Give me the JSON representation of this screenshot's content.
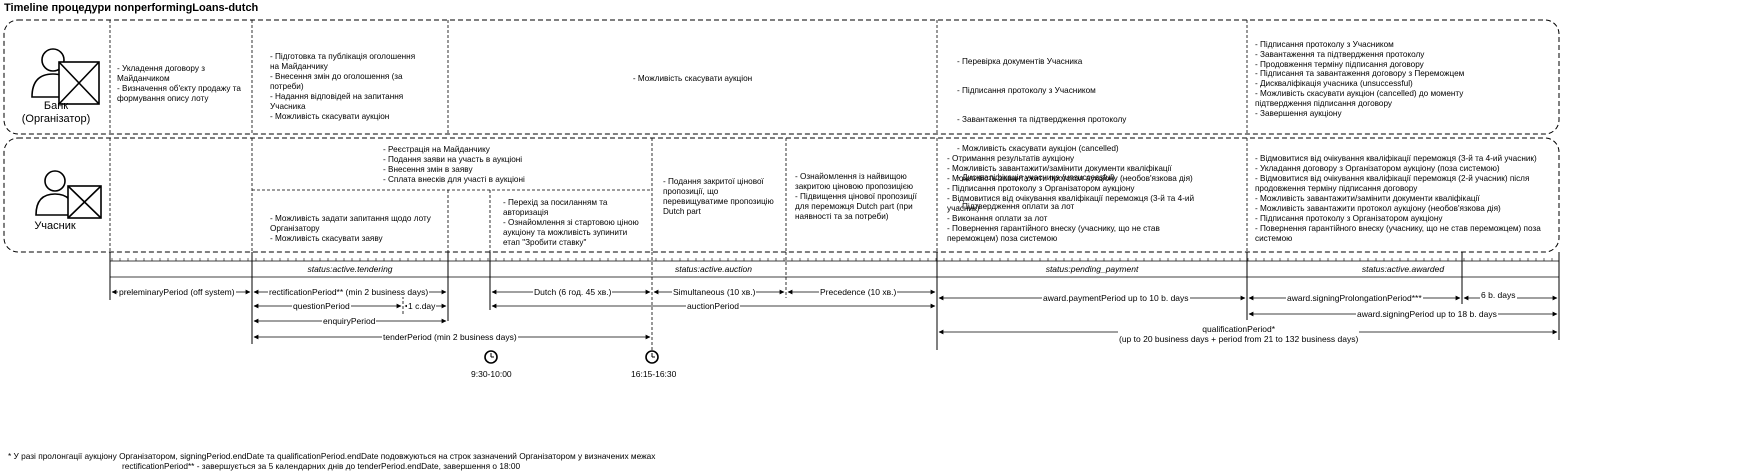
{
  "title": "Timeline процедури nonperformingLoans-dutch",
  "lanes": {
    "bank_label": "Банк\n(Організатор)",
    "participant_label": "Учасник"
  },
  "bank": {
    "preliminary": "- Укладення договору з Майданчиком\n- Визначення об'єкту продажу та формування опису лоту",
    "tendering": "- Підготовка та публікація оголошення на Майданчику\n- Внесення змін до оголошення (за потреби)\n- Надання відповідей на запитання Учасника\n- Можливість скасувати аукціон",
    "auction": "- Можливість скасувати аукціон",
    "pending_payment": [
      "- Перевірка документів Учасника",
      "- Підписання протоколу з Учасником",
      "- Завантаження та підтвердження протоколу",
      "- Можливість скасувати аукціон (cancelled)",
      "- Дискваліфікація учасника (unsuccessful)",
      "- Підтвердження оплати за лот"
    ],
    "awarded": "- Підписання протоколу з Учасником\n- Завантаження та підтвердження протоколу\n- Продовження терміну підписання договору\n- Підписання та завантаження договору з Переможцем\n- Дискваліфікація учасника (unsuccessful)\n- Можливість скасувати аукціон (cancelled) до моменту підтвердження підписання договору\n- Завершення аукціону"
  },
  "participant": {
    "registration": "- Реєстрація на Майданчику\n- Подання заяви на участь в аукціоні\n- Внесення змін в заяву\n- Сплата внесків для участі в аукціоні",
    "questions": "- Можливість задати запитання щодо лоту Організатору\n- Можливість скасувати заяву",
    "dutch": "- Перехід за посиланням та авторизація\n- Ознайомлення зі стартовою ціною аукціону та можливість зупинити етап \"Зробити ставку\"",
    "simultaneous": "- Подання закритої цінової пропозиції, що перевищуватиме пропозицію Dutch part",
    "precedence": "- Ознайомлення із найвищою закритою ціновою пропозицією\n- Підвищення цінової пропозиції для переможця Dutch part (при наявності та за потреби)",
    "pending_payment": "- Отримання результатів аукціону\n- Можливість завантажити/замінити документи кваліфікації\n- Можливість завантажити протокол аукціону (необов'язкова дія)\n- Підписання протоколу з Організатором аукціону\n- Відмовитися від очікування кваліфікації переможця (3-й  та 4-ий учасник)\n- Виконання оплати за лот\n- Повернення гарантійного внеску (учаснику, що не став переможцем) поза системою",
    "awarded": "- Відмовитися від очікування кваліфікації переможця (3-й  та 4-ий учасник)\n- Укладання договору з Організатором аукціону (поза системою)\n- Відмовитися від очікування кваліфікації переможця (2-й  учасник) після продовження терміну підписання договору\n - Можливість завантажити/замінити документи кваліфікації\n- Можливість завантажити протокол аукціону (необов'язкова дія)\n- Підписання протоколу з Організатором аукціону\n- Повернення гарантійного внеску (учаснику, що не став переможцем) поза системою"
  },
  "statuses": {
    "tendering": "status:active.tendering",
    "auction": "status:active.auction",
    "pending_payment": "status:pending_payment",
    "awarded": "status:active.awarded"
  },
  "periods": {
    "preliminary": "preleminaryPeriod (off system)",
    "rectification": "rectificationPeriod** (min 2 business days)",
    "question": "questionPeriod",
    "one_day": "1 c.day",
    "enquiry": "enquiryPeriod",
    "tender": "tenderPeriod (min 2 business days)",
    "dutch": "Dutch (6 год. 45 хв.)",
    "simultaneous": "Simultaneous (10 хв.)",
    "precedence": "Precedence (10 хв.)",
    "auction": "auctionPeriod",
    "payment": "award.paymentPeriod up to 10 b. days",
    "signing_prolongation": "award.signingProlongationPeriod***",
    "six_days": "6 b. days",
    "signing": "award.signingPeriod up to 18 b. days",
    "qualification": "qualificationPeriod*\n(up to 20 business days + period from 21 to 132 business days)"
  },
  "clocks": {
    "first": "9:30-10:00",
    "second": "16:15-16:30"
  },
  "footnotes": {
    "first": "* У разі пролонгації аукціону Організатором, signingPeriod.endDate та qualificationPeriod.endDate подовжуються на строк зазначений Організатором у визначених межах",
    "second": "rectificationPeriod** - завершується за 5 календарних днів до tenderPeriod.endDate, завершення о 18:00"
  }
}
